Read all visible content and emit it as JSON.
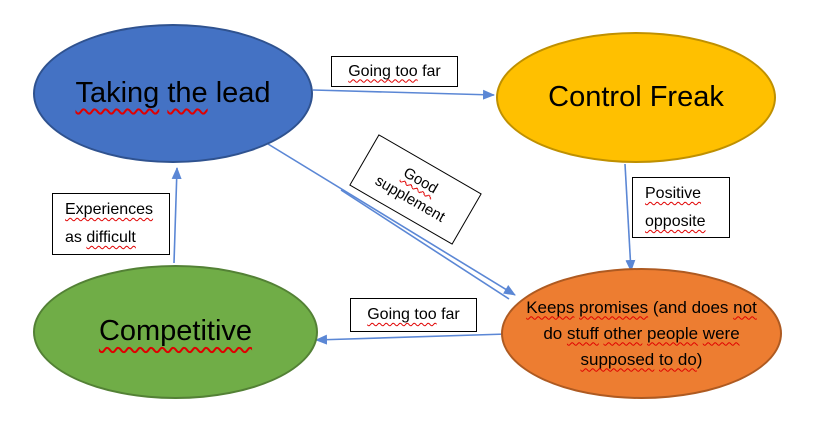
{
  "diagram_title": "",
  "colors": {
    "background": "#FFFFFF",
    "arrow": "#5B87D5",
    "squiggle": "#E00000",
    "label_box_border": "#000000",
    "label_box_bg": "#FFFFFF",
    "node_text": "#000000"
  },
  "nodes": {
    "taking_the_lead": {
      "label": "Taking the lead",
      "fill": "#4472C4",
      "border": "#2F528F",
      "segments": [
        {
          "t": "Taking",
          "sp": true
        },
        {
          "t": " ",
          "sp": false
        },
        {
          "t": "the",
          "sp": true
        },
        {
          "t": " ",
          "sp": false
        },
        {
          "t": "lead",
          "sp": false
        }
      ]
    },
    "control_freak": {
      "label": "Control Freak",
      "fill": "#FFC000",
      "border": "#BF9000",
      "segments": [
        {
          "t": "Control Freak",
          "sp": false
        }
      ]
    },
    "competitive": {
      "label": "Competitive",
      "fill": "#70AD47",
      "border": "#538135",
      "segments": [
        {
          "t": "Competitive",
          "sp": true
        }
      ]
    },
    "keeps_promises": {
      "label": "Keeps promises (and does not do stuff other people were supposed to do)",
      "fill": "#ED7D31",
      "border": "#AE5A21",
      "segments": [
        {
          "t": "Keeps",
          "sp": true
        },
        {
          "t": " ",
          "sp": false
        },
        {
          "t": "promises",
          "sp": true
        },
        {
          "t": " (and does ",
          "sp": false
        },
        {
          "t": "not",
          "sp": true
        },
        {
          "br": true
        },
        {
          "t": "do ",
          "sp": false
        },
        {
          "t": "stuff",
          "sp": true
        },
        {
          "t": " ",
          "sp": false
        },
        {
          "t": "other",
          "sp": true
        },
        {
          "t": " ",
          "sp": false
        },
        {
          "t": "people",
          "sp": true
        },
        {
          "t": " ",
          "sp": false
        },
        {
          "t": "were",
          "sp": true
        },
        {
          "br": true
        },
        {
          "t": "supposed",
          "sp": true
        },
        {
          "t": " ",
          "sp": false
        },
        {
          "t": "to do",
          "sp": true
        },
        {
          "t": ")",
          "sp": false
        }
      ]
    }
  },
  "edge_labels": {
    "going_too_far_top": {
      "text": "Going too far",
      "segments": [
        {
          "t": "Going too",
          "sp": true
        },
        {
          "t": " far",
          "sp": false
        }
      ]
    },
    "good_supplement": {
      "text": "Good supplement",
      "segments": [
        {
          "t": "Good",
          "sp": true
        },
        {
          "br": true
        },
        {
          "t": "supplement",
          "sp": false
        }
      ]
    },
    "positive_opposite": {
      "text": "Positive opposite",
      "segments": [
        {
          "t": "Positive",
          "sp": true
        },
        {
          "br": true
        },
        {
          "t": "opposite",
          "sp": true
        }
      ]
    },
    "experiences_as_difficult": {
      "text": "Experiences as difficult",
      "segments": [
        {
          "t": "Experiences",
          "sp": true
        },
        {
          "br": true
        },
        {
          "t": "as ",
          "sp": false
        },
        {
          "t": "difficult",
          "sp": true
        }
      ]
    },
    "going_too_far_bottom": {
      "text": "Going too far",
      "segments": [
        {
          "t": "Going too",
          "sp": true
        },
        {
          "t": " far",
          "sp": false
        }
      ]
    }
  },
  "edges": [
    {
      "from": "Taking the lead",
      "to": "Control Freak",
      "label": "Going too far",
      "direction": "right"
    },
    {
      "from": "Taking the lead",
      "to": "Keeps promises (and does not do stuff other people were supposed to do)",
      "label": "Good supplement",
      "direction": "down-right"
    },
    {
      "from": "Control Freak",
      "to": "Keeps promises (and does not do stuff other people were supposed to do)",
      "label": "Positive opposite",
      "direction": "down"
    },
    {
      "from": "Keeps promises (and does not do stuff other people were supposed to do)",
      "to": "Competitive",
      "label": "Going too far",
      "direction": "left"
    },
    {
      "from": "Competitive",
      "to": "Taking the lead",
      "label": "Experiences as difficult",
      "direction": "up"
    }
  ]
}
